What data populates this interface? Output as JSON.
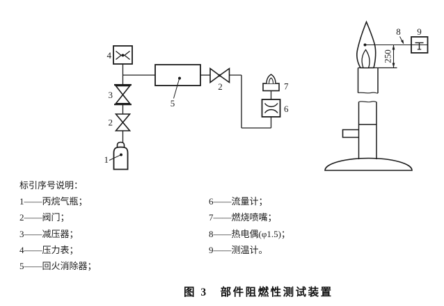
{
  "figure": {
    "caption": "图 3　部件阻燃性测试装置"
  },
  "legend": {
    "title": "标引序号说明：",
    "left": [
      "1——丙烷气瓶；",
      "2——阀门；",
      "3——减压器；",
      "4——压力表；",
      "5——回火消除器；"
    ],
    "right": [
      "6——流量计；",
      "7——燃烧喷嘴；",
      "8——热电偶(φ1.5)；",
      "9——测温计。"
    ]
  },
  "diagram": {
    "callouts": {
      "bottle": "1",
      "valve_lower": "2",
      "regulator": "3",
      "gauge": "4",
      "arrestor": "5",
      "valve_line": "2",
      "flowmeter": "6",
      "nozzle": "7",
      "thermocouple": "8",
      "thermometer": "9"
    },
    "dimension": "250",
    "line_color": "#1a1a1a"
  }
}
